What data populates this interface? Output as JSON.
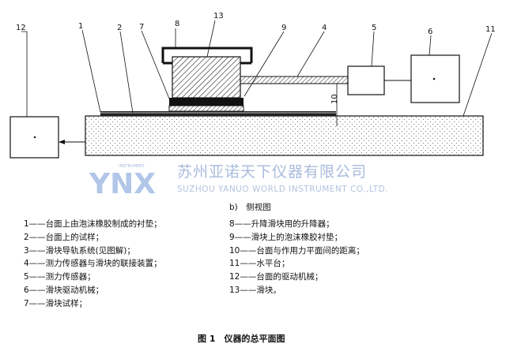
{
  "diagram": {
    "labels": [
      "12",
      "1",
      "2",
      "7",
      "8",
      "13",
      "9",
      "4",
      "5",
      "6",
      "11",
      "10"
    ]
  },
  "watermark": {
    "logo": "YNX",
    "brand": "INSTRUMENT",
    "company_cn": "苏州亚诺天下仪器有限公司",
    "company_en": "SUZHOU YANUO WORLD INSTRUMENT CO.,LTD."
  },
  "subcaption": "b)　侧视图",
  "legend_left": [
    "1——台面上由泡沫橡胶制成的衬垫；",
    "2——台面上的试样；",
    "3——滑块导轨系统(见图解)；",
    "4——测力传感器与滑块的联接装置；",
    "5——测力传感器；",
    "6——滑块驱动机械；",
    "7——滑块试样；"
  ],
  "legend_right": [
    "8——升降滑块用的升降器；",
    "9——滑块上的泡沫橡胶衬垫；",
    "10——台面与作用力平面间的距离；",
    "11——水平台；",
    "12——台面的驱动机械；",
    "13——滑块。"
  ],
  "figure_title": "图 1　仪器的总平面图"
}
